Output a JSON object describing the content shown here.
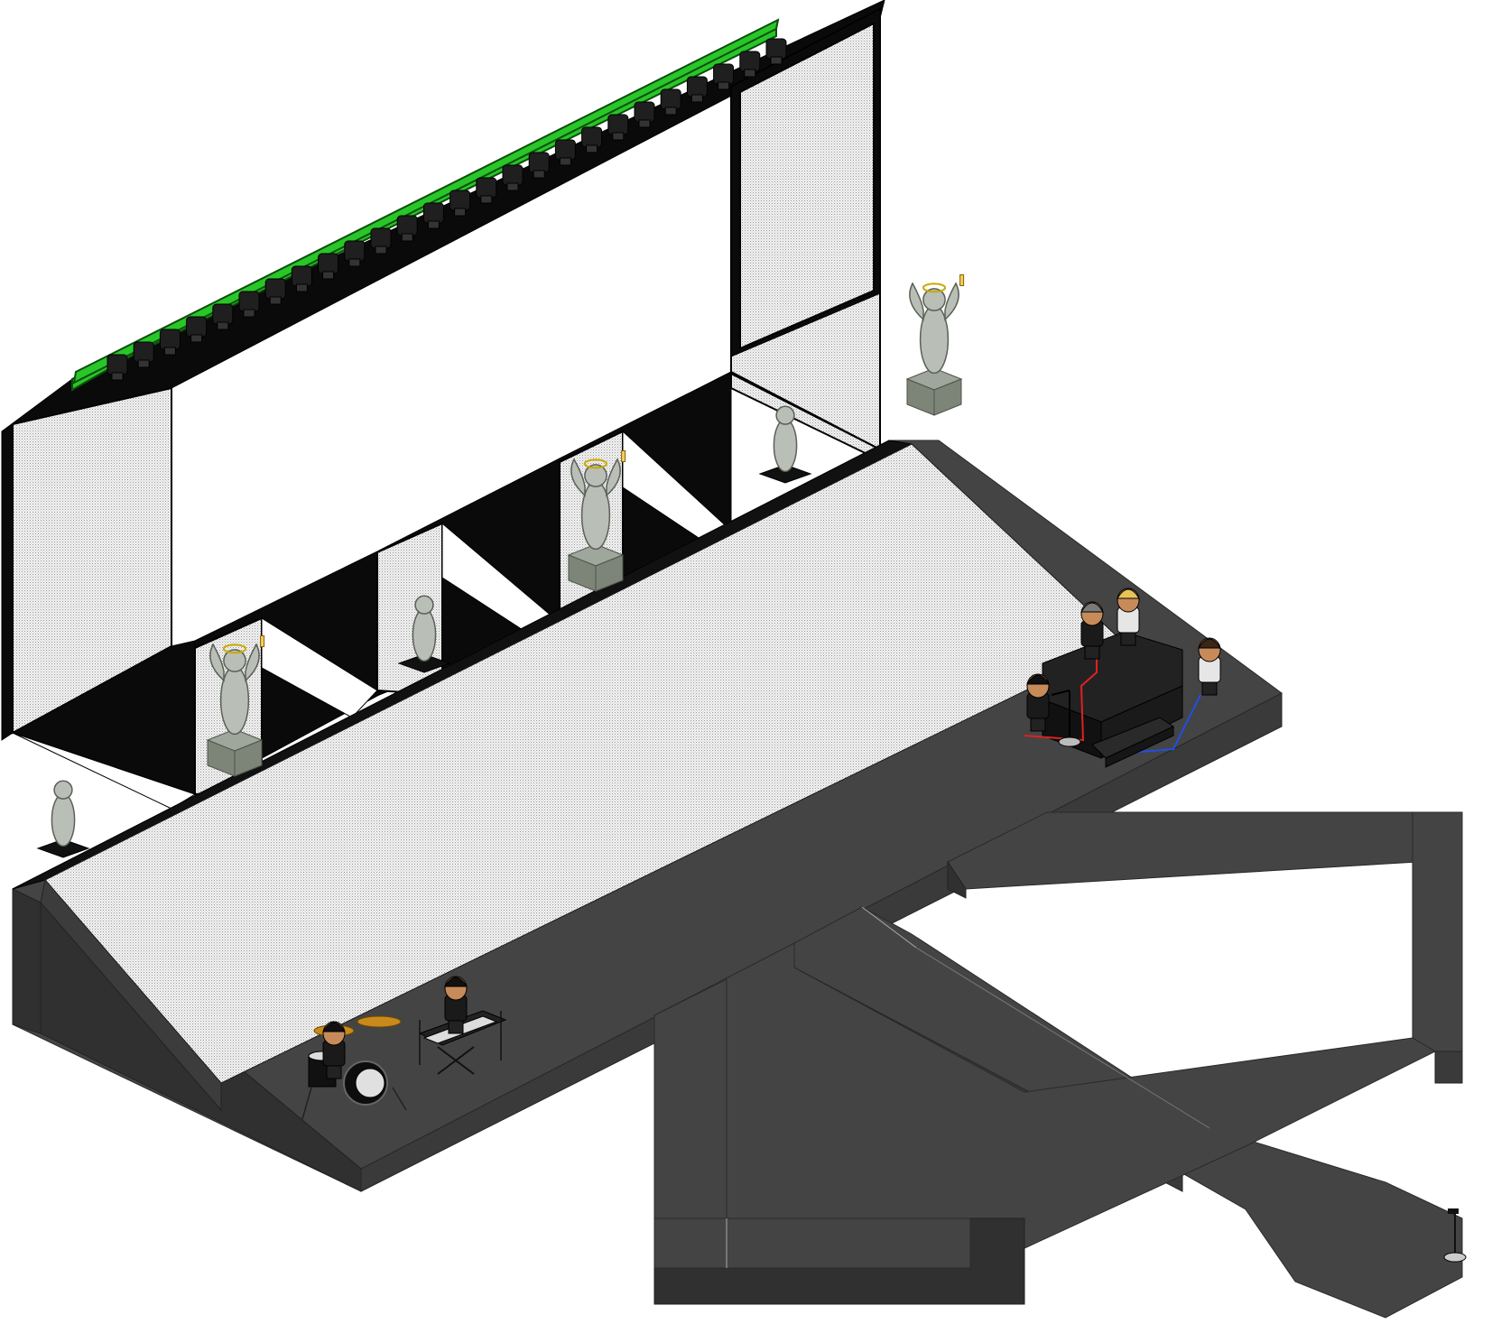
{
  "scene": {
    "colors": {
      "floor": "#444444",
      "screen_face": "#e6e6e6",
      "screen_frame": "#0a0a0a",
      "truss": "#28c628",
      "statue": "#b9bfb6",
      "cable_red": "#e02020",
      "cable_blue": "#2050e0"
    },
    "truss_light_count": 26,
    "statues": [
      {
        "kind": "venus-statue"
      },
      {
        "kind": "angel-statue"
      },
      {
        "kind": "venus-statue"
      },
      {
        "kind": "angel-statue"
      },
      {
        "kind": "venus-statue"
      },
      {
        "kind": "angel-statue"
      }
    ],
    "avatars": [
      {
        "role": "drummer-avatar"
      },
      {
        "role": "keyboardist-avatar"
      },
      {
        "role": "bassist-avatar"
      },
      {
        "role": "guitarist-avatar"
      },
      {
        "role": "singer-avatar"
      },
      {
        "role": "acoustic-guitarist-avatar"
      }
    ],
    "icons": [
      "microphone-stand-icon",
      "drum-kit-icon",
      "keyboard-icon",
      "amplifier-icon"
    ]
  }
}
